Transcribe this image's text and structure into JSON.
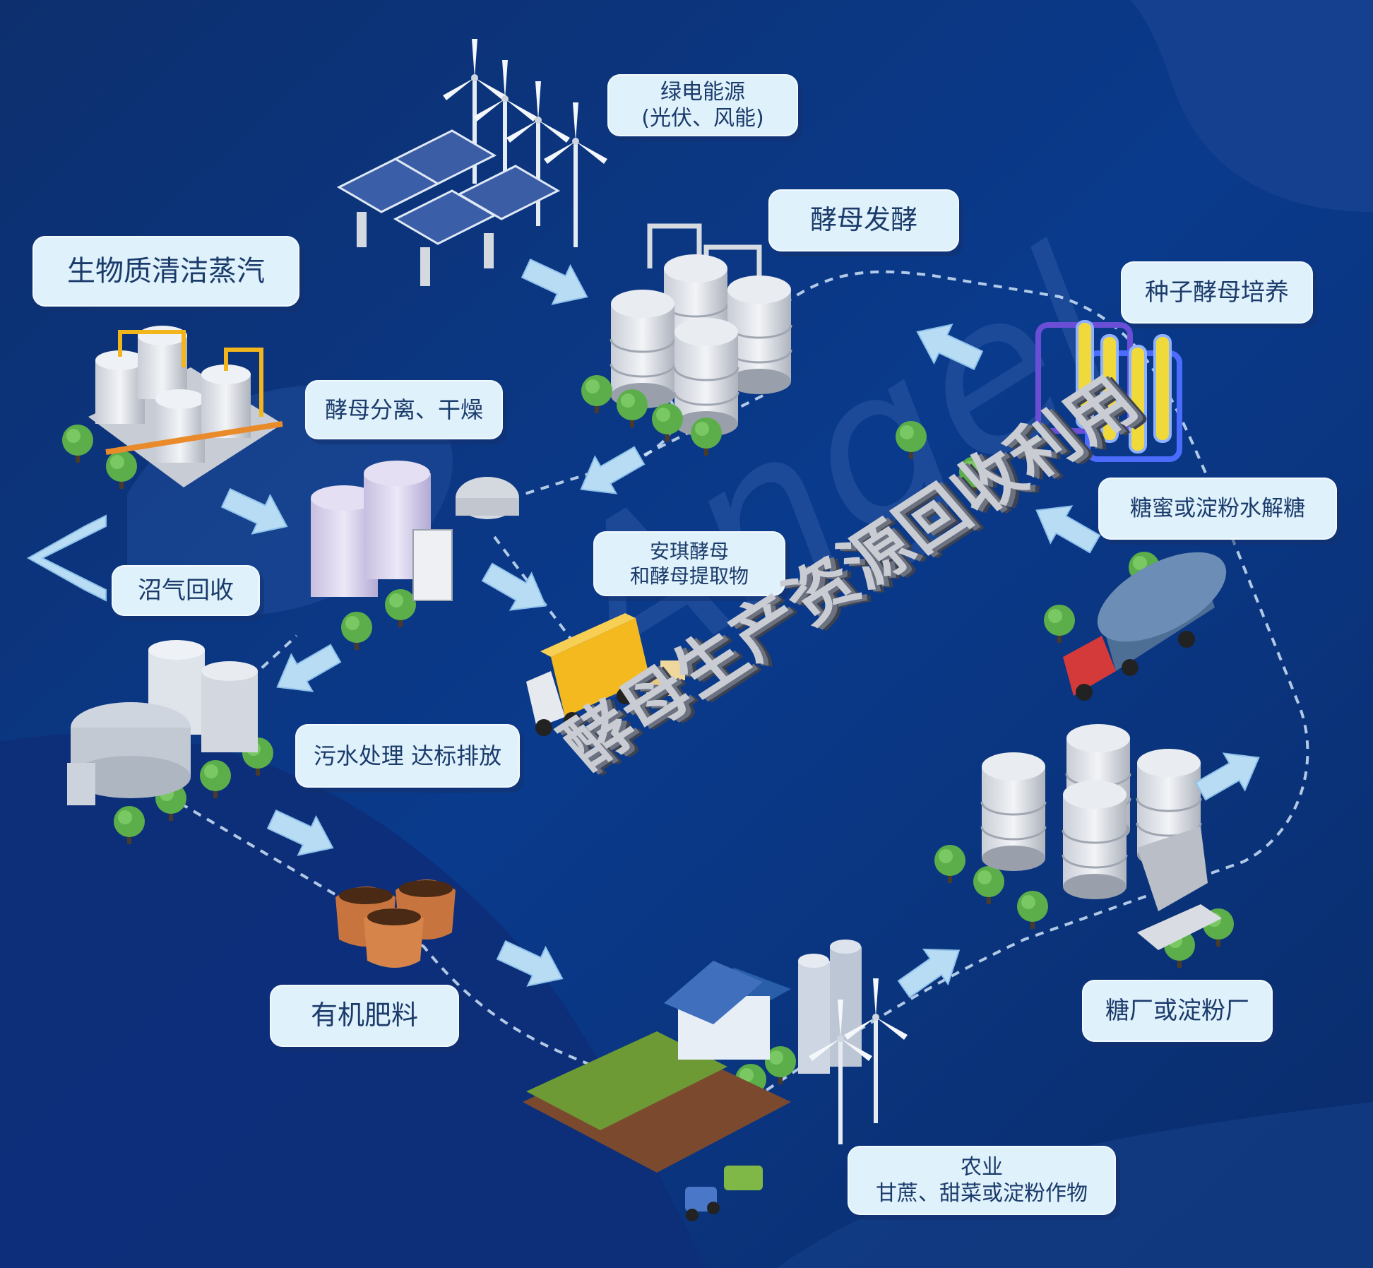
{
  "watermark": "Angel",
  "center_title": "酵母生产资源回收利用",
  "colors": {
    "background": "#0b2f74",
    "label_fill": "#dff1fb",
    "label_text": "#1b3b6b",
    "arrow": "#b9dcf5"
  },
  "labels": {
    "green_power": [
      "绿电能源",
      "(光伏、风能)"
    ],
    "yeast_fermentation": [
      "酵母发酵"
    ],
    "seed_yeast": [
      "种子酵母培养"
    ],
    "molasses_sugar": [
      "糖蜜或淀粉水解糖"
    ],
    "sugar_factory": [
      "糖厂或淀粉厂"
    ],
    "agriculture": [
      "农业",
      "甘蔗、甜菜或淀粉作物"
    ],
    "organic_fertilizer": [
      "有机肥料"
    ],
    "wastewater": [
      "污水处理  达标排放"
    ],
    "biogas": [
      "沼气回收"
    ],
    "biomass_steam": [
      "生物质清洁蒸汽"
    ],
    "separation_drying": [
      "酵母分离、干燥"
    ],
    "angel_products": [
      "安琪酵母",
      "和酵母提取物"
    ]
  },
  "icons": [
    "wind-turbine-icon",
    "solar-panel-icon",
    "fermentation-tank-icon",
    "test-tube-icon",
    "tanker-truck-icon",
    "silo-icon",
    "farm-icon",
    "fertilizer-sack-icon",
    "wastewater-plant-icon",
    "boiler-icon",
    "delivery-truck-icon",
    "tree-icon",
    "flow-arrow-icon"
  ]
}
